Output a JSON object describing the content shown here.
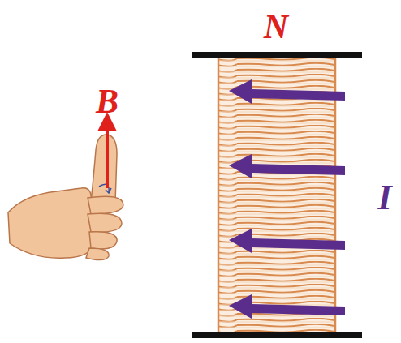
{
  "diagram": {
    "labels": [
      "B",
      "N",
      "I"
    ]
  }
}
